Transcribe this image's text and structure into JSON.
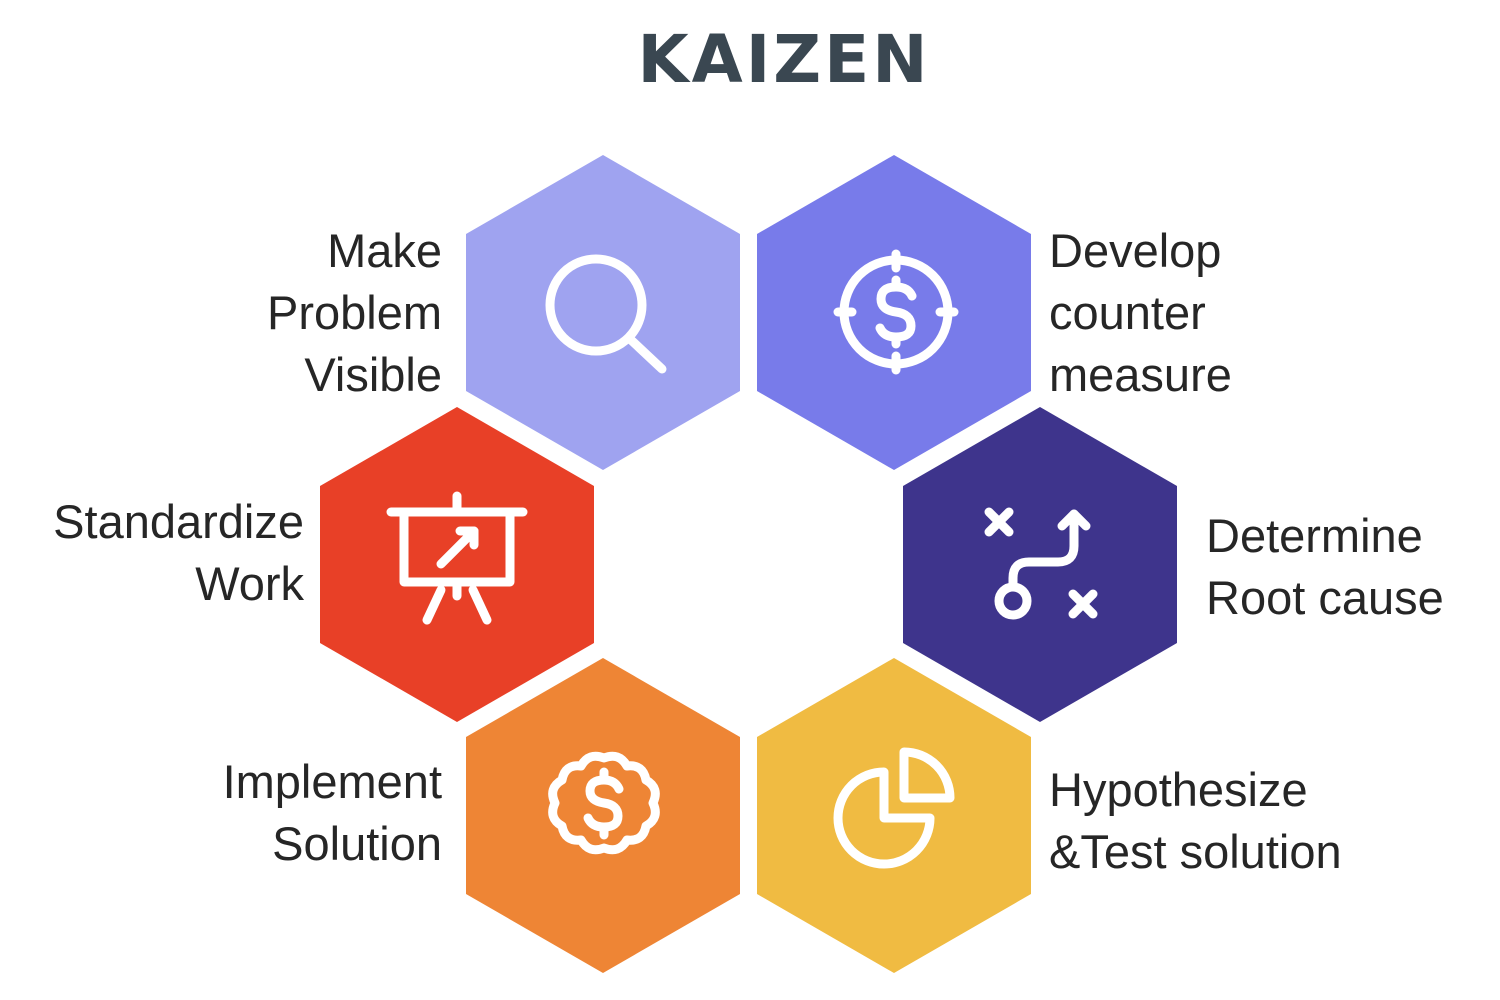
{
  "title": "KAIZEN",
  "steps": [
    {
      "id": "make-problem-visible",
      "label_lines": [
        "Make",
        "Problem",
        "Visible"
      ],
      "color": "#9fa3f0",
      "icon": "magnifier-icon"
    },
    {
      "id": "develop-counter-measure",
      "label_lines": [
        "Develop",
        "counter",
        "measure"
      ],
      "color": "#787bea",
      "icon": "dollar-target-icon"
    },
    {
      "id": "determine-root-cause",
      "label_lines": [
        "Determine",
        "Root cause"
      ],
      "color": "#3e348c",
      "icon": "strategy-path-icon"
    },
    {
      "id": "hypothesize-test-solution",
      "label_lines": [
        "Hypothesize",
        "&Test solution"
      ],
      "color": "#f0bb42",
      "icon": "pie-chart-icon"
    },
    {
      "id": "implement-solution",
      "label_lines": [
        "Implement",
        "Solution"
      ],
      "color": "#ee8535",
      "icon": "dollar-badge-icon"
    },
    {
      "id": "standardize-work",
      "label_lines": [
        "Standardize",
        "Work"
      ],
      "color": "#e84027",
      "icon": "presentation-board-icon"
    }
  ],
  "icon_color": "#ffffff"
}
